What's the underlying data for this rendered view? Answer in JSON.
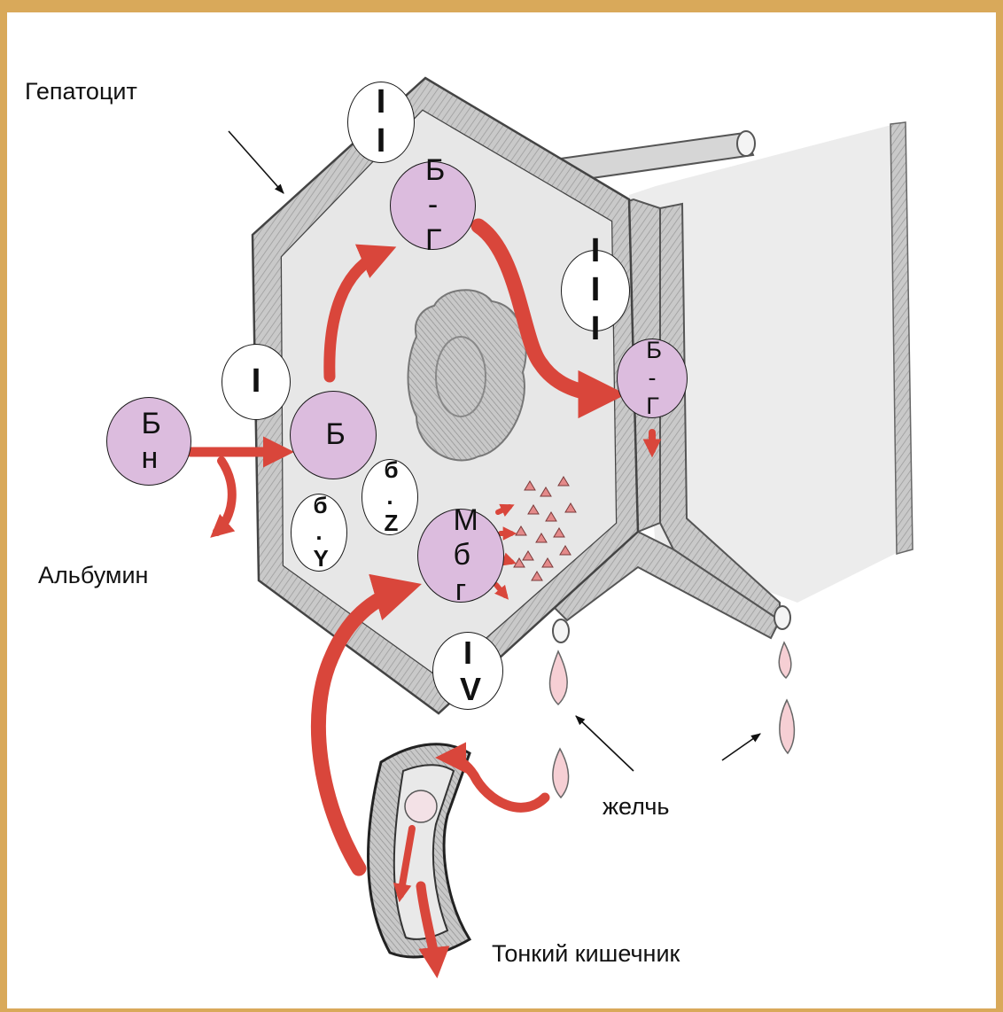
{
  "labels": {
    "hepatocyte": "Гепатоцит",
    "albumin": "Альбумин",
    "bile": "желчь",
    "small_intestine": "Тонкий кишечник"
  },
  "nodes": {
    "bn": "Бн",
    "b_cell": "Б",
    "b_g_top": "Б-Г",
    "b_g_right": "Б-Г",
    "mbg": "Мбг",
    "by": "б.Y",
    "bz": "б.Z",
    "step_1": "I",
    "step_2": "II",
    "step_3": "III",
    "step_4": "IV"
  },
  "colors": {
    "background": "#d9a95a",
    "pigment_node": "#dcbcde",
    "arrow": "#d9463b",
    "cell_wall": "#b9b9b9"
  }
}
